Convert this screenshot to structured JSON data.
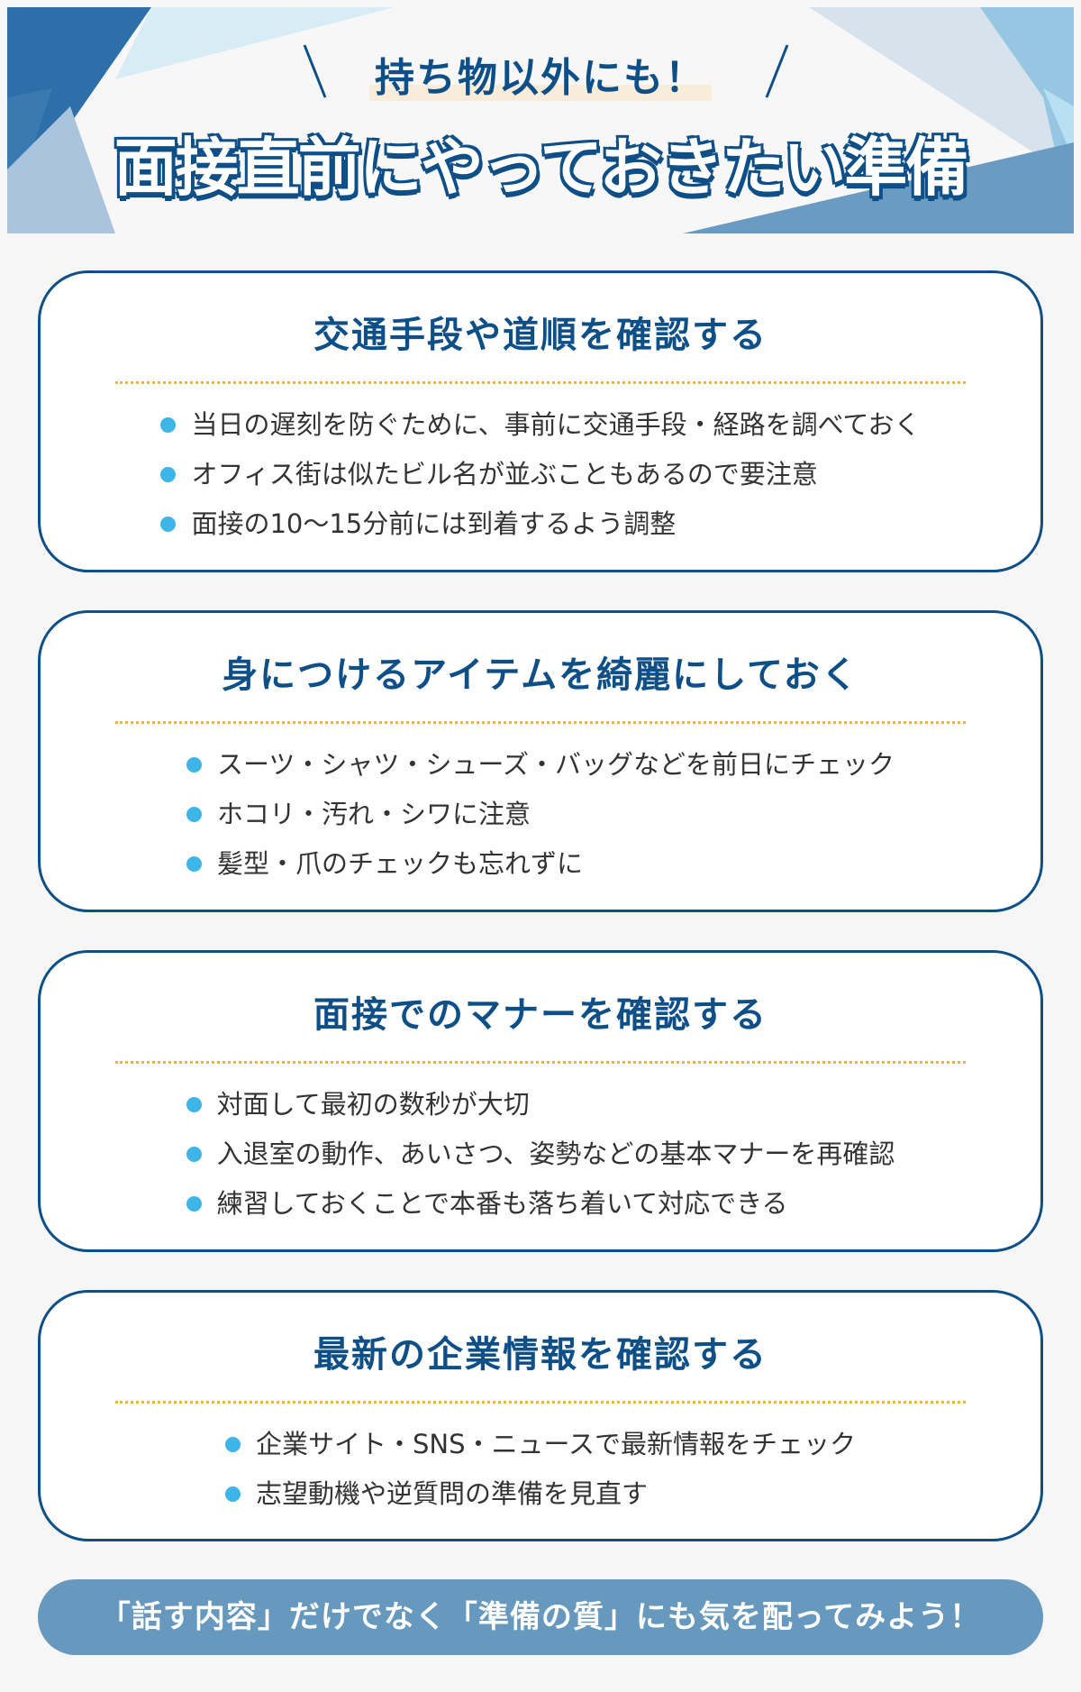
{
  "header": {
    "subtitle": "持ち物以外にも！",
    "title": "面接直前にやっておきたい準備"
  },
  "cards": [
    {
      "title": "交通手段や道順を確認する",
      "items": [
        "当日の遅刻を防ぐために、事前に交通手段・経路を調べておく",
        "オフィス街は似たビル名が並ぶこともあるので要注意",
        "面接の10〜15分前には到着するよう調整"
      ]
    },
    {
      "title": "身につけるアイテムを綺麗にしておく",
      "items": [
        "スーツ・シャツ・シューズ・バッグなどを前日にチェック",
        "ホコリ・汚れ・シワに注意",
        "髪型・爪のチェックも忘れずに"
      ]
    },
    {
      "title": "面接でのマナーを確認する",
      "items": [
        "対面して最初の数秒が大切",
        "入退室の動作、あいさつ、姿勢などの基本マナーを再確認",
        "練習しておくことで本番も落ち着いて対応できる"
      ]
    },
    {
      "title": "最新の企業情報を確認する",
      "items": [
        "企業サイト・SNS・ニュースで最新情報をチェック",
        "志望動機や逆質問の準備を見直す"
      ]
    }
  ],
  "footer": {
    "message": "「話す内容」だけでなく「準備の質」にも気を配ってみよう！"
  },
  "colors": {
    "navy": "#0e4f88",
    "bullet": "#3db5e6",
    "dots": "#f0b43c",
    "banner": "#6699bd"
  }
}
